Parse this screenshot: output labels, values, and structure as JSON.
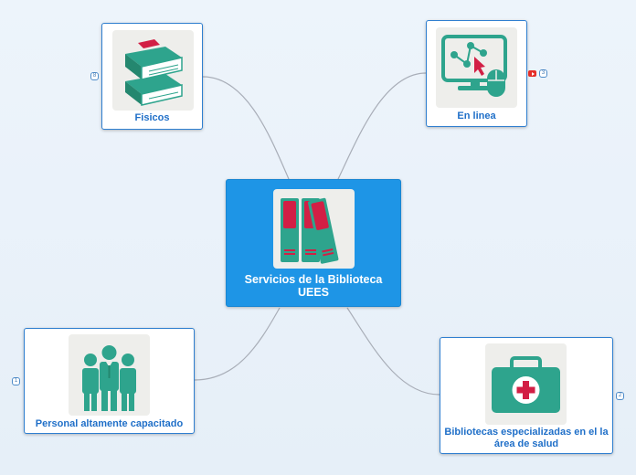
{
  "central": {
    "title": "Servicios de la Biblioteca UEES",
    "icon": "binders-icon"
  },
  "topics": {
    "fisicos": {
      "label": "Fisicos",
      "badge": "8",
      "icon": "books-icon"
    },
    "en_linea": {
      "label": "En linea",
      "badge": "3",
      "icon": "computer-network-icon",
      "attachment_icon": "youtube-icon"
    },
    "personal": {
      "label": "Personal altamente capacitado",
      "badge": "1",
      "icon": "people-icon"
    },
    "especializadas": {
      "label": "Bibliotecas especializadas en el la área de salud",
      "badge": "2",
      "icon": "first-aid-kit-icon"
    }
  },
  "colors": {
    "background": "#e9f2fa",
    "central_fill": "#1e95e6",
    "node_border": "#2f7fd0",
    "label_text": "#1f6fc8",
    "teal": "#2ea48d",
    "red": "#d21f45",
    "connector": "#a9aeb8"
  }
}
